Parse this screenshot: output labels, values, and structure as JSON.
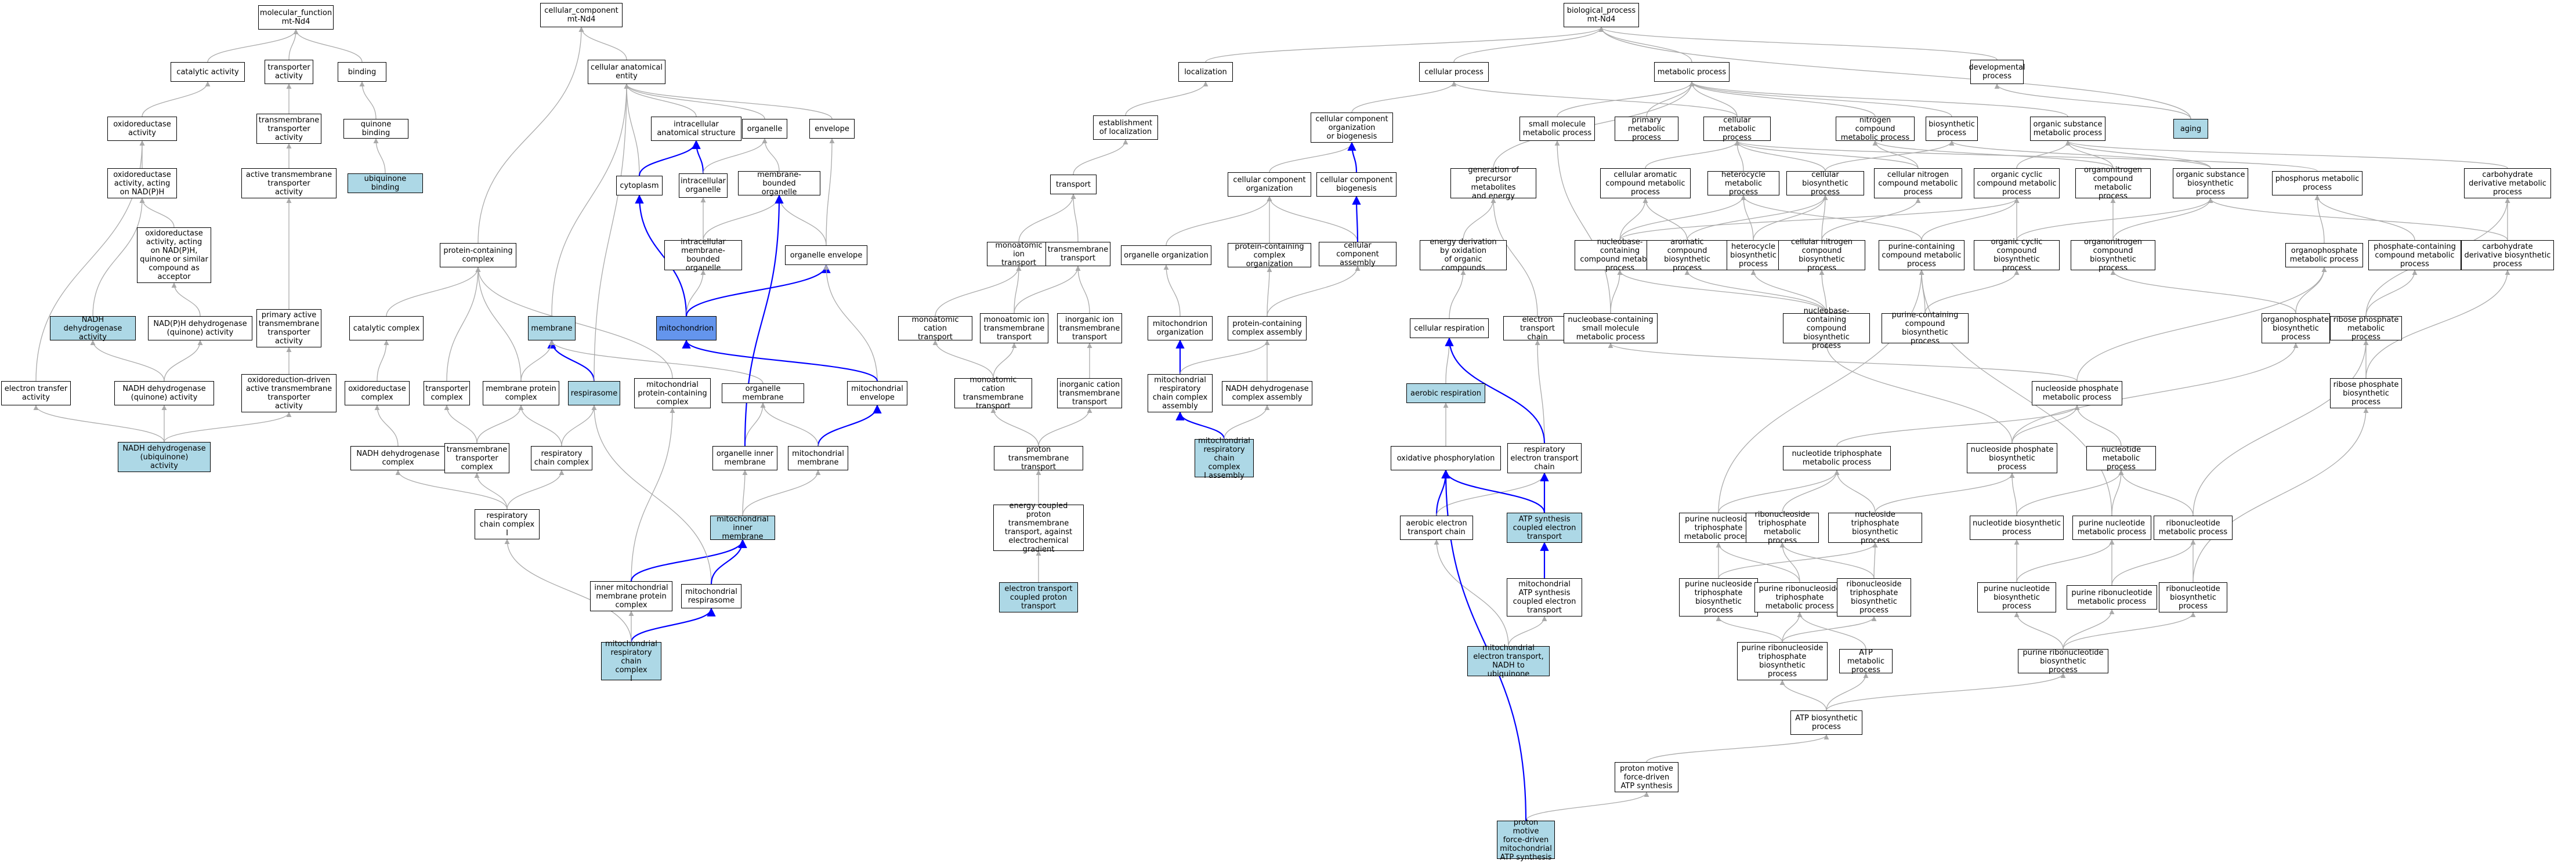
{
  "graph": {
    "type": "gene-ontology-dag",
    "colors": {
      "node_fill": "#ffffff",
      "node_border": "#000000",
      "highlight_light": "#add8e6",
      "highlight_strong": "#6495ed",
      "edge_gray": "#aaaaaa",
      "edge_blue": "#0000ff"
    },
    "nodes": [
      {
        "id": "mf",
        "label": "molecular_function\nmt-Nd4"
      },
      {
        "id": "catact",
        "label": "catalytic activity"
      },
      {
        "id": "transpact",
        "label": "transporter\nactivity"
      },
      {
        "id": "binding",
        "label": "binding"
      },
      {
        "id": "oxred",
        "label": "oxidoreductase\nactivity"
      },
      {
        "id": "tmtransp",
        "label": "transmembrane\ntransporter\nactivity"
      },
      {
        "id": "quinbind",
        "label": "quinone binding"
      },
      {
        "id": "oxrednadh",
        "label": "oxidoreductase\nactivity, acting\non NAD(P)H"
      },
      {
        "id": "acttm",
        "label": "active transmembrane\ntransporter\nactivity"
      },
      {
        "id": "ubibind",
        "label": "ubiquinone binding",
        "hl": "light"
      },
      {
        "id": "oxrednadhq",
        "label": "oxidoreductase\nactivity, acting\non NAD(P)H,\nquinone or similar\ncompound as\nacceptor"
      },
      {
        "id": "nadhdehact",
        "label": "NADH dehydrogenase\nactivity",
        "hl": "light"
      },
      {
        "id": "nadphdeh",
        "label": "NAD(P)H dehydrogenase\n(quinone) activity"
      },
      {
        "id": "primact",
        "label": "primary active\ntransmembrane\ntransporter\nactivity"
      },
      {
        "id": "etact",
        "label": "electron transfer\nactivity"
      },
      {
        "id": "nadhdehq",
        "label": "NADH dehydrogenase\n(quinone) activity"
      },
      {
        "id": "oxreddriven",
        "label": "oxidoreduction-driven\nactive transmembrane\ntransporter\nactivity"
      },
      {
        "id": "nadhdehubi",
        "label": "NADH dehydrogenase\n(ubiquinone)\nactivity",
        "hl": "light"
      },
      {
        "id": "cc",
        "label": "cellular_component\nmt-Nd4"
      },
      {
        "id": "cae",
        "label": "cellular anatomical\nentity"
      },
      {
        "id": "ias",
        "label": "intracellular\nanatomical structure"
      },
      {
        "id": "organelle",
        "label": "organelle"
      },
      {
        "id": "envelope",
        "label": "envelope"
      },
      {
        "id": "cytoplasm",
        "label": "cytoplasm"
      },
      {
        "id": "intorg",
        "label": "intracellular\norganelle"
      },
      {
        "id": "mbo",
        "label": "membrane-bounded\norganelle"
      },
      {
        "id": "pcc",
        "label": "protein-containing\ncomplex"
      },
      {
        "id": "imbo",
        "label": "intracellular\nmembrane-bounded\norganelle"
      },
      {
        "id": "orgenv",
        "label": "organelle envelope"
      },
      {
        "id": "membrane",
        "label": "membrane",
        "hl": "light"
      },
      {
        "id": "catcomplex",
        "label": "catalytic complex"
      },
      {
        "id": "mito",
        "label": "mitochondrion",
        "hl": "strong"
      },
      {
        "id": "oxcomplex",
        "label": "oxidoreductase\ncomplex"
      },
      {
        "id": "transcomplex",
        "label": "transporter\ncomplex"
      },
      {
        "id": "mpc",
        "label": "membrane protein\ncomplex"
      },
      {
        "id": "respirasome",
        "label": "respirasome",
        "hl": "light"
      },
      {
        "id": "mitopcc",
        "label": "mitochondrial\nprotein-containing\ncomplex"
      },
      {
        "id": "orgmem",
        "label": "organelle membrane"
      },
      {
        "id": "mitoenv",
        "label": "mitochondrial\nenvelope"
      },
      {
        "id": "nadhdehcomplex",
        "label": "NADH dehydrogenase\ncomplex"
      },
      {
        "id": "tmtc",
        "label": "transmembrane\ntransporter\ncomplex"
      },
      {
        "id": "rcc",
        "label": "respiratory\nchain complex"
      },
      {
        "id": "orginner",
        "label": "organelle inner\nmembrane"
      },
      {
        "id": "mitomem",
        "label": "mitochondrial\nmembrane"
      },
      {
        "id": "rcc1",
        "label": "respiratory\nchain complex\nI"
      },
      {
        "id": "mitoinner",
        "label": "mitochondrial\ninner membrane",
        "hl": "light"
      },
      {
        "id": "imimpc",
        "label": "inner mitochondrial\nmembrane protein\ncomplex"
      },
      {
        "id": "mitoresp",
        "label": "mitochondrial\nrespirasome"
      },
      {
        "id": "mitorcc1",
        "label": "mitochondrial\nrespiratory\nchain complex\nI",
        "hl": "light"
      },
      {
        "id": "bp",
        "label": "biological_process\nmt-Nd4"
      },
      {
        "id": "localization",
        "label": "localization"
      },
      {
        "id": "cellproc",
        "label": "cellular process"
      },
      {
        "id": "metproc",
        "label": "metabolic process"
      },
      {
        "id": "devproc",
        "label": "developmental\nprocess"
      },
      {
        "id": "estloc",
        "label": "establishment\nof localization"
      },
      {
        "id": "ccob",
        "label": "cellular component\norganization\nor biogenesis"
      },
      {
        "id": "smmp",
        "label": "small molecule\nmetabolic process"
      },
      {
        "id": "primmp",
        "label": "primary metabolic\nprocess"
      },
      {
        "id": "cellmp",
        "label": "cellular metabolic\nprocess"
      },
      {
        "id": "ncmp",
        "label": "nitrogen compound\nmetabolic process"
      },
      {
        "id": "biosyn",
        "label": "biosynthetic\nprocess"
      },
      {
        "id": "osmp",
        "label": "organic substance\nmetabolic process"
      },
      {
        "id": "aging",
        "label": "aging",
        "hl": "light"
      },
      {
        "id": "transport",
        "label": "transport"
      },
      {
        "id": "cco",
        "label": "cellular component\norganization"
      },
      {
        "id": "ccb",
        "label": "cellular component\nbiogenesis"
      },
      {
        "id": "genprec",
        "label": "generation of\nprecursor metabolites\nand energy"
      },
      {
        "id": "cacmp",
        "label": "cellular aromatic\ncompound metabolic\nprocess"
      },
      {
        "id": "hetmp",
        "label": "heterocycle\nmetabolic process"
      },
      {
        "id": "cellbio",
        "label": "cellular biosynthetic\nprocess"
      },
      {
        "id": "cncmp",
        "label": "cellular nitrogen\ncompound metabolic\nprocess"
      },
      {
        "id": "ocmp",
        "label": "organic cyclic\ncompound metabolic\nprocess"
      },
      {
        "id": "onmp",
        "label": "organonitrogen\ncompound metabolic\nprocess"
      },
      {
        "id": "osbio",
        "label": "organic substance\nbiosynthetic\nprocess"
      },
      {
        "id": "phosmp",
        "label": "phosphorus metabolic\nprocess"
      },
      {
        "id": "cdmp",
        "label": "carbohydrate\nderivative metabolic\nprocess"
      },
      {
        "id": "moniontr",
        "label": "monoatomic ion\ntransport"
      },
      {
        "id": "tmtransport",
        "label": "transmembrane\ntransport"
      },
      {
        "id": "orgorg",
        "label": "organelle organization"
      },
      {
        "id": "pcco",
        "label": "protein-containing\ncomplex organization"
      },
      {
        "id": "cca",
        "label": "cellular component\nassembly"
      },
      {
        "id": "energyox",
        "label": "energy derivation\nby oxidation\nof organic compounds"
      },
      {
        "id": "nbcmp",
        "label": "nucleobase-containing\ncompound metabolic\nprocess"
      },
      {
        "id": "acbio",
        "label": "aromatic compound\nbiosynthetic\nprocess"
      },
      {
        "id": "hetbio",
        "label": "heterocycle\nbiosynthetic\nprocess"
      },
      {
        "id": "cncbio",
        "label": "cellular nitrogen\ncompound biosynthetic\nprocess"
      },
      {
        "id": "purmp",
        "label": "purine-containing\ncompound metabolic\nprocess"
      },
      {
        "id": "ocbio",
        "label": "organic cyclic\ncompound biosynthetic\nprocess"
      },
      {
        "id": "onbio",
        "label": "organonitrogen\ncompound biosynthetic\nprocess"
      },
      {
        "id": "opmp",
        "label": "organophosphate\nmetabolic process"
      },
      {
        "id": "pcmp",
        "label": "phosphate-containing\ncompound metabolic\nprocess"
      },
      {
        "id": "cdbio",
        "label": "carbohydrate\nderivative biosynthetic\nprocess"
      },
      {
        "id": "moncattr",
        "label": "monoatomic cation\ntransport"
      },
      {
        "id": "monitmt",
        "label": "monoatomic ion\ntransmembrane\ntransport"
      },
      {
        "id": "inorgtmt",
        "label": "inorganic ion\ntransmembrane\ntransport"
      },
      {
        "id": "mitoorg",
        "label": "mitochondrion\norganization"
      },
      {
        "id": "pcca",
        "label": "protein-containing\ncomplex assembly"
      },
      {
        "id": "cellresp",
        "label": "cellular respiration"
      },
      {
        "id": "etc",
        "label": "electron transport\nchain"
      },
      {
        "id": "nbcsmmp",
        "label": "nucleobase-containing\nsmall molecule\nmetabolic process"
      },
      {
        "id": "nbcbio",
        "label": "nucleobase-containing\ncompound biosynthetic\nprocess"
      },
      {
        "id": "purbio",
        "label": "purine-containing\ncompound biosynthetic\nprocess"
      },
      {
        "id": "rpmp",
        "label": "ribose phosphate\nmetabolic process"
      },
      {
        "id": "opbio",
        "label": "organophosphate\nbiosynthetic\nprocess"
      },
      {
        "id": "moncattmt",
        "label": "monoatomic cation\ntransmembrane\ntransport"
      },
      {
        "id": "inorgcattmt",
        "label": "inorganic cation\ntransmembrane\ntransport"
      },
      {
        "id": "mrccasm",
        "label": "mitochondrial\nrespiratory\nchain complex\nassembly"
      },
      {
        "id": "nadhasm",
        "label": "NADH dehydrogenase\ncomplex assembly"
      },
      {
        "id": "aerobic",
        "label": "aerobic respiration",
        "hl": "light"
      },
      {
        "id": "npmp",
        "label": "nucleoside phosphate\nmetabolic process"
      },
      {
        "id": "rpbio",
        "label": "ribose phosphate\nbiosynthetic\nprocess"
      },
      {
        "id": "protontmt",
        "label": "proton transmembrane\ntransport"
      },
      {
        "id": "mrcc1asm",
        "label": "mitochondrial\nrespiratory\nchain complex\nI assembly",
        "hl": "light"
      },
      {
        "id": "oxphos",
        "label": "oxidative phosphorylation"
      },
      {
        "id": "retc",
        "label": "respiratory\nelectron transport\nchain"
      },
      {
        "id": "ntpmp",
        "label": "nucleotide triphosphate\nmetabolic process"
      },
      {
        "id": "npbio",
        "label": "nucleoside phosphate\nbiosynthetic\nprocess"
      },
      {
        "id": "nucmp",
        "label": "nucleotide metabolic\nprocess"
      },
      {
        "id": "energycoupled",
        "label": "energy coupled\nproton transmembrane\ntransport, against\nelectrochemical\ngradient"
      },
      {
        "id": "aerobicetc",
        "label": "aerobic electron\ntransport chain"
      },
      {
        "id": "atpsynth",
        "label": "ATP synthesis\ncoupled electron\ntransport",
        "hl": "light"
      },
      {
        "id": "pntpmp",
        "label": "purine nucleoside\ntriphosphate\nmetabolic process"
      },
      {
        "id": "rntpmp",
        "label": "ribonucleoside\ntriphosphate\nmetabolic process"
      },
      {
        "id": "ntpbio",
        "label": "nucleoside triphosphate\nbiosynthetic\nprocess"
      },
      {
        "id": "nucbio",
        "label": "nucleotide biosynthetic\nprocess"
      },
      {
        "id": "purnucmp",
        "label": "purine nucleotide\nmetabolic process"
      },
      {
        "id": "rnucmp",
        "label": "ribonucleotide\nmetabolic process"
      },
      {
        "id": "etcoupled",
        "label": "electron transport\ncoupled proton\ntransport",
        "hl": "light"
      },
      {
        "id": "mitoatpsynth",
        "label": "mitochondrial\nATP synthesis\ncoupled electron\ntransport"
      },
      {
        "id": "pntpbio",
        "label": "purine nucleoside\ntriphosphate\nbiosynthetic\nprocess"
      },
      {
        "id": "prntpmp",
        "label": "purine ribonucleoside\ntriphosphate\nmetabolic process"
      },
      {
        "id": "rntpbio",
        "label": "ribonucleoside\ntriphosphate\nbiosynthetic\nprocess"
      },
      {
        "id": "purnucbio",
        "label": "purine nucleotide\nbiosynthetic\nprocess"
      },
      {
        "id": "prnucmp",
        "label": "purine ribonucleotide\nmetabolic process"
      },
      {
        "id": "rnucbio",
        "label": "ribonucleotide\nbiosynthetic\nprocess"
      },
      {
        "id": "mitoetnadh",
        "label": "mitochondrial\nelectron transport,\nNADH to ubiquinone",
        "hl": "light"
      },
      {
        "id": "prntpbio",
        "label": "purine ribonucleoside\ntriphosphate\nbiosynthetic\nprocess"
      },
      {
        "id": "atpmp",
        "label": "ATP metabolic\nprocess"
      },
      {
        "id": "prnucbio",
        "label": "purine ribonucleotide\nbiosynthetic\nprocess"
      },
      {
        "id": "atpbio",
        "label": "ATP biosynthetic\nprocess"
      },
      {
        "id": "pmfatp",
        "label": "proton motive\nforce-driven\nATP synthesis"
      },
      {
        "id": "pmfmitoatp",
        "label": "proton motive\nforce-driven\nmitochondrial\nATP synthesis",
        "hl": "light"
      }
    ]
  }
}
